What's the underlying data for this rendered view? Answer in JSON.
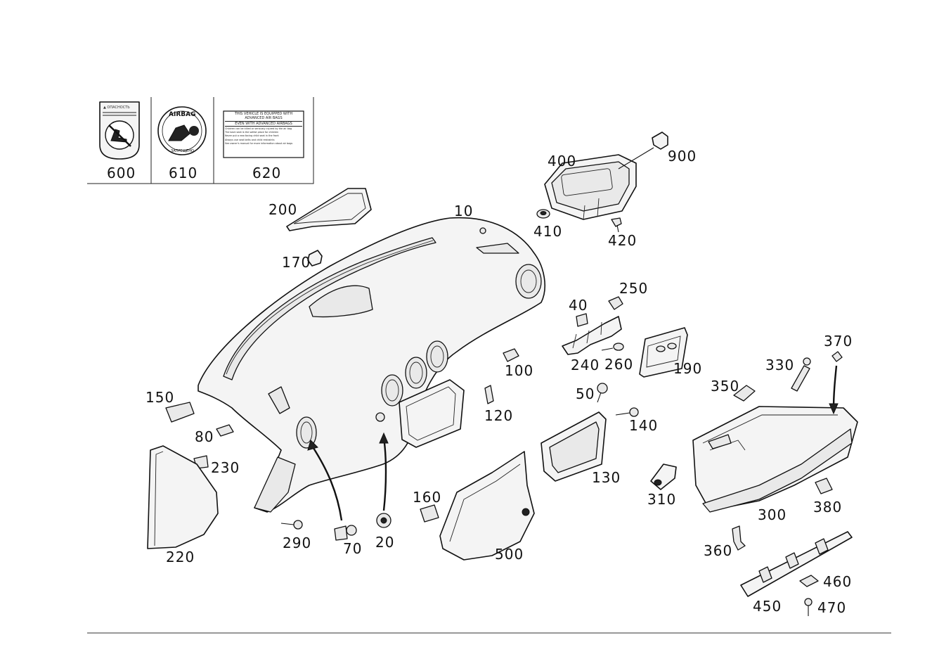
{
  "diagram": {
    "label_panels": [
      {
        "number": "600",
        "heading": "▲ ОПАСНОСТЬ"
      },
      {
        "number": "610",
        "badge": "AIRBAG",
        "sub": "ЗАПРЕЩЕНО"
      },
      {
        "number": "620",
        "heading": "THIS VEHICLE IS EQUIPPED WITH ADVANCED AIR BAGS",
        "subheading": "EVEN WITH ADVANCED AIRBAGS",
        "lines": [
          "Children can be killed or seriously injured by the air bag",
          "The back seat is the safest place for children",
          "Never put a rear-facing child seat in the front",
          "Always use seat belts and child restraints",
          "See owner's manual for more information about air bags"
        ]
      }
    ],
    "callouts": {
      "c10": "10",
      "c20": "20",
      "c40": "40",
      "c50": "50",
      "c70": "70",
      "c80": "80",
      "c100": "100",
      "c120": "120",
      "c130": "130",
      "c140": "140",
      "c150": "150",
      "c160": "160",
      "c170": "170",
      "c190": "190",
      "c200": "200",
      "c220": "220",
      "c230": "230",
      "c240": "240",
      "c250": "250",
      "c260": "260",
      "c290": "290",
      "c300": "300",
      "c310": "310",
      "c330": "330",
      "c350": "350",
      "c360": "360",
      "c370": "370",
      "c380": "380",
      "c400": "400",
      "c410": "410",
      "c420": "420",
      "c450": "450",
      "c460": "460",
      "c470": "470",
      "c500": "500",
      "c900": "900"
    }
  }
}
